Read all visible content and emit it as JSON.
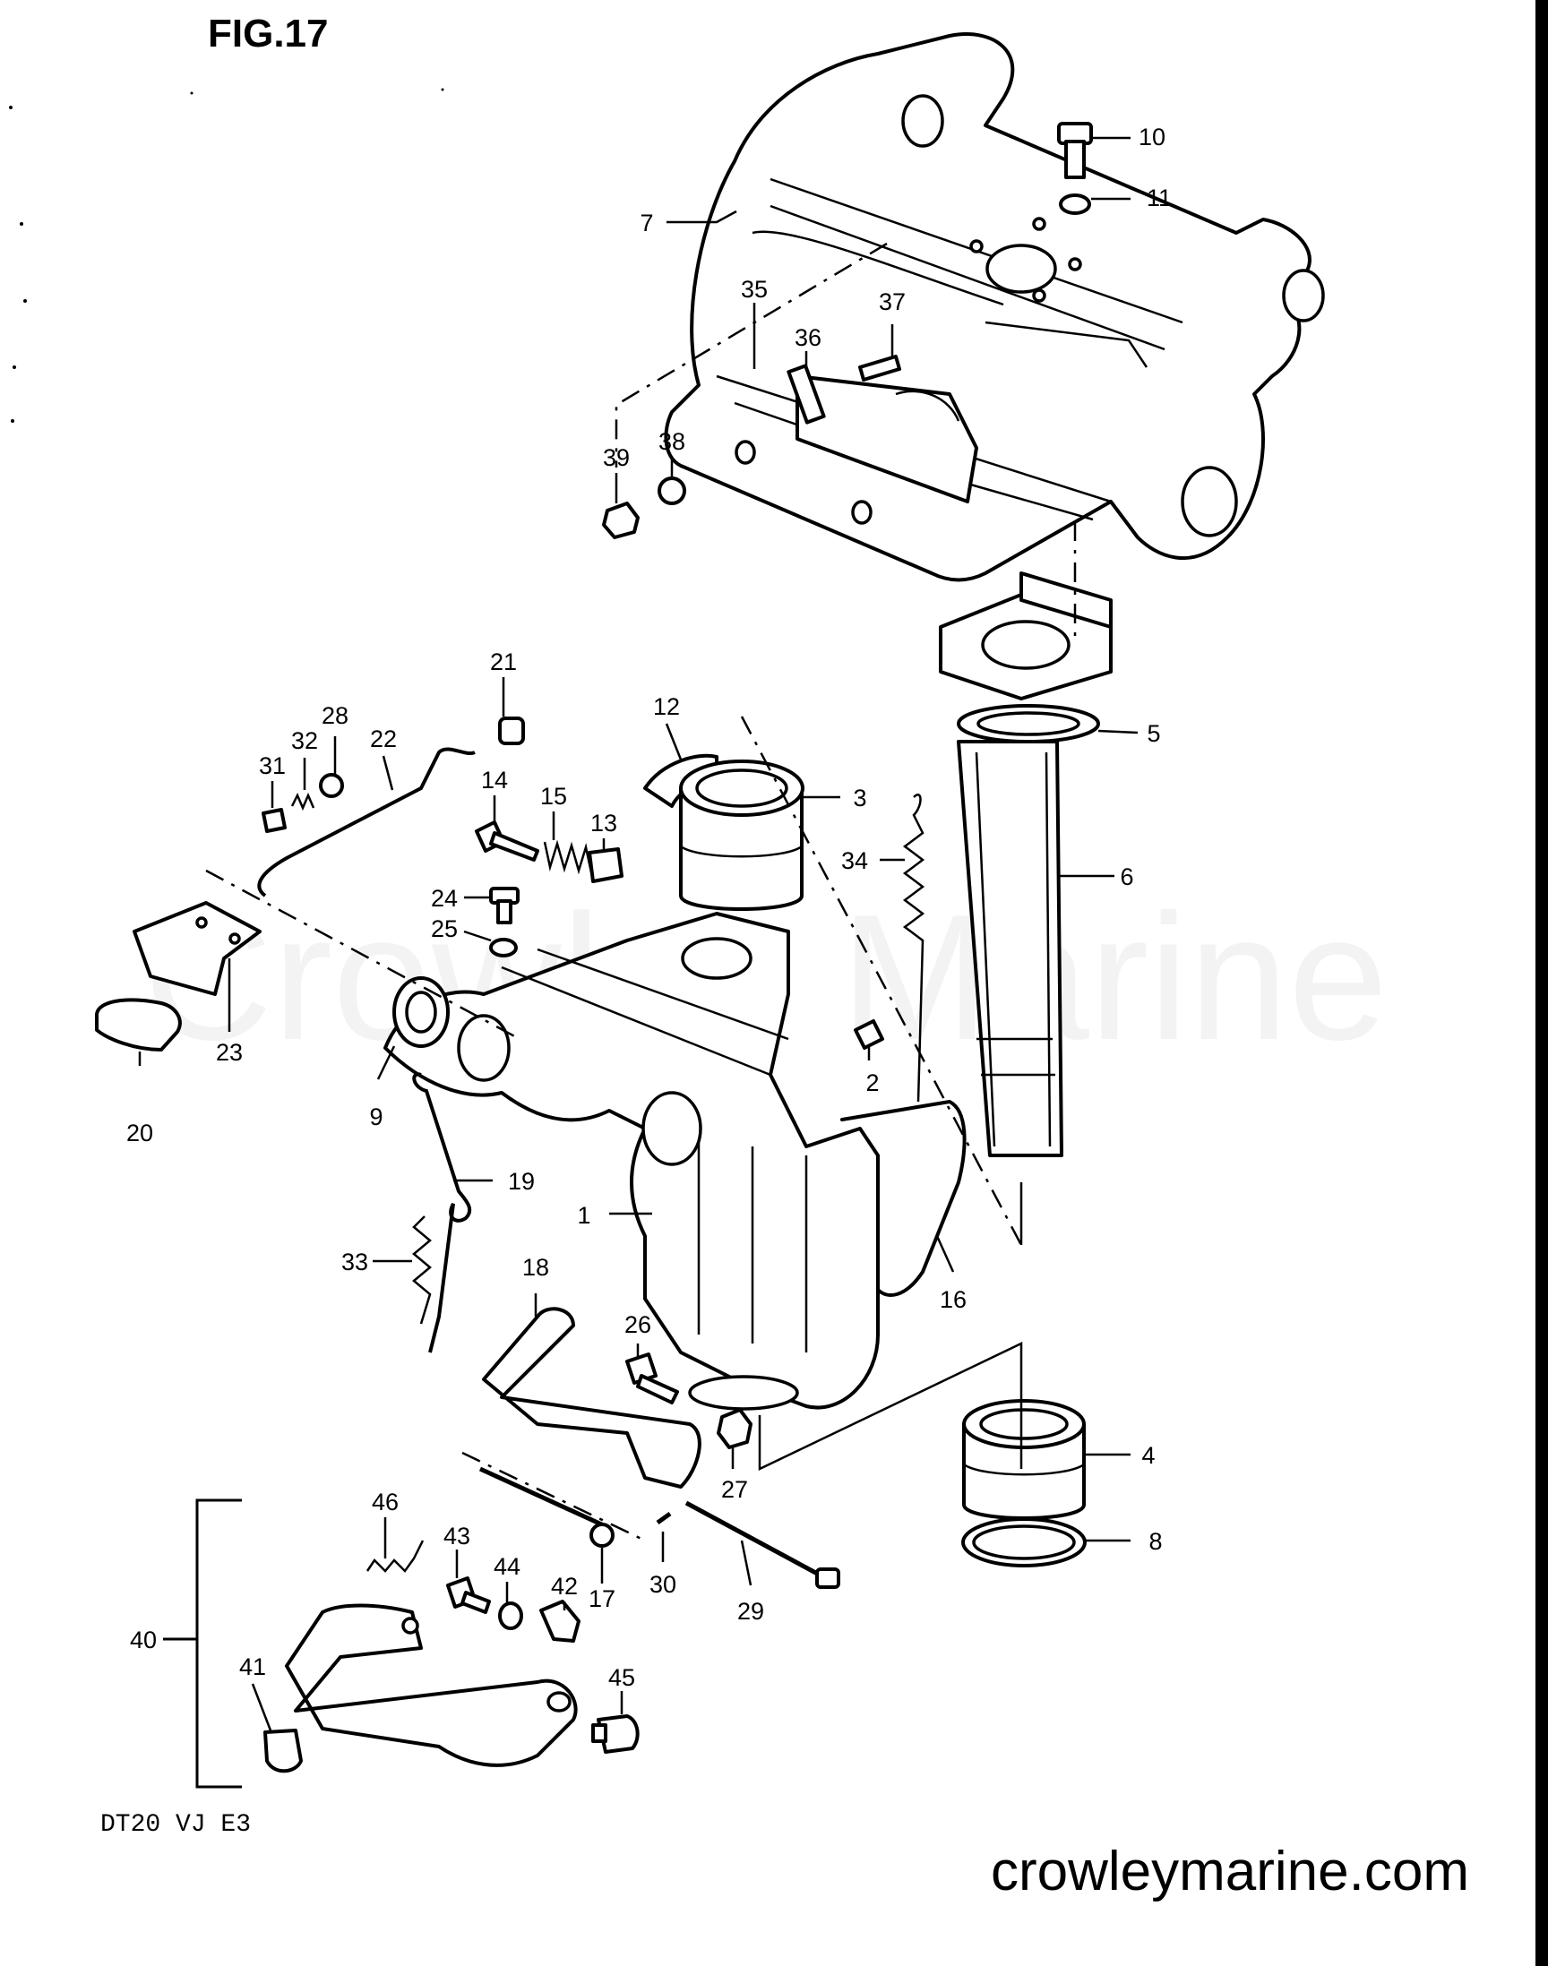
{
  "figure": {
    "title": "FIG.17"
  },
  "model_code": "DT20 VJ E3",
  "watermark": "Crowley Marine",
  "site_url": "crowleymarine.com",
  "callouts": [
    {
      "id": "1",
      "label": "1"
    },
    {
      "id": "2",
      "label": "2"
    },
    {
      "id": "3",
      "label": "3"
    },
    {
      "id": "4",
      "label": "4"
    },
    {
      "id": "5",
      "label": "5"
    },
    {
      "id": "6",
      "label": "6"
    },
    {
      "id": "7",
      "label": "7"
    },
    {
      "id": "8",
      "label": "8"
    },
    {
      "id": "9",
      "label": "9"
    },
    {
      "id": "10",
      "label": "10"
    },
    {
      "id": "11",
      "label": "11"
    },
    {
      "id": "12",
      "label": "12"
    },
    {
      "id": "13",
      "label": "13"
    },
    {
      "id": "14",
      "label": "14"
    },
    {
      "id": "15",
      "label": "15"
    },
    {
      "id": "16",
      "label": "16"
    },
    {
      "id": "17",
      "label": "17"
    },
    {
      "id": "18",
      "label": "18"
    },
    {
      "id": "19",
      "label": "19"
    },
    {
      "id": "20",
      "label": "20"
    },
    {
      "id": "21",
      "label": "21"
    },
    {
      "id": "22",
      "label": "22"
    },
    {
      "id": "23",
      "label": "23"
    },
    {
      "id": "24",
      "label": "24"
    },
    {
      "id": "25",
      "label": "25"
    },
    {
      "id": "26",
      "label": "26"
    },
    {
      "id": "27",
      "label": "27"
    },
    {
      "id": "28",
      "label": "28"
    },
    {
      "id": "29",
      "label": "29"
    },
    {
      "id": "30",
      "label": "30"
    },
    {
      "id": "31",
      "label": "31"
    },
    {
      "id": "32",
      "label": "32"
    },
    {
      "id": "33",
      "label": "33"
    },
    {
      "id": "34",
      "label": "34"
    },
    {
      "id": "35",
      "label": "35"
    },
    {
      "id": "36",
      "label": "36"
    },
    {
      "id": "37",
      "label": "37"
    },
    {
      "id": "38",
      "label": "38"
    },
    {
      "id": "39",
      "label": "39"
    },
    {
      "id": "40",
      "label": "40"
    },
    {
      "id": "41",
      "label": "41"
    },
    {
      "id": "42",
      "label": "42"
    },
    {
      "id": "43",
      "label": "43"
    },
    {
      "id": "44",
      "label": "44"
    },
    {
      "id": "45",
      "label": "45"
    },
    {
      "id": "46",
      "label": "46"
    }
  ]
}
